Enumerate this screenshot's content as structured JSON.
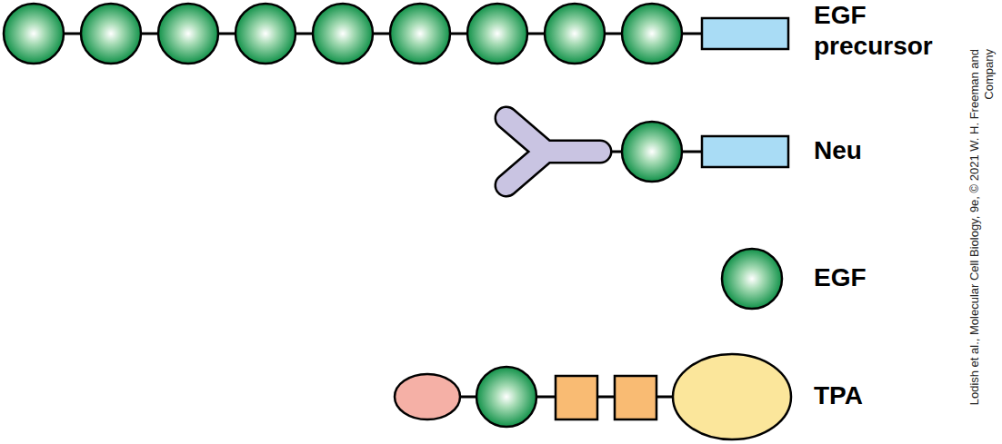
{
  "diagram": {
    "labels": [
      "EGF precursor",
      "Neu",
      "EGF",
      "TPA",
      "Lodish et al., Molecular Cell Biology, 9e, © 2021 W. H. Freeman and Company"
    ]
  }
}
